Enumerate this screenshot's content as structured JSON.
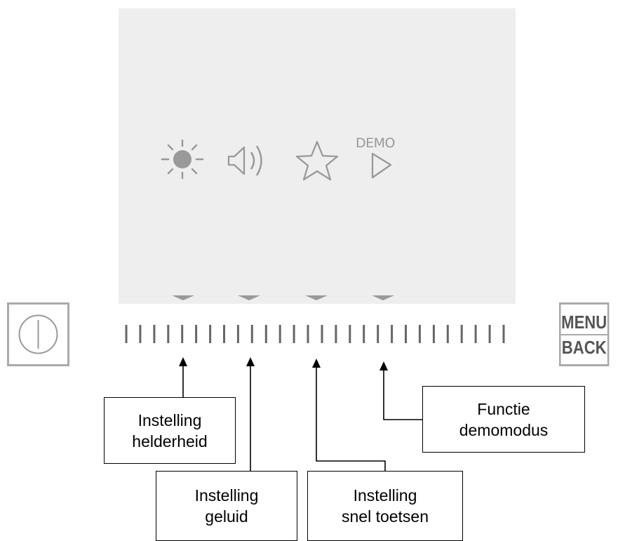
{
  "screen": {
    "icons": [
      {
        "name": "brightness-icon"
      },
      {
        "name": "sound-icon"
      },
      {
        "name": "star-icon"
      },
      {
        "name": "demo-play-icon",
        "label": "DEMO"
      }
    ]
  },
  "buttons": {
    "power": {
      "icon": "power-icon"
    },
    "menu_back": {
      "line1": "MENU",
      "line2": "BACK"
    }
  },
  "touch_strip": {
    "segments": 28
  },
  "callouts": {
    "brightness": {
      "line1": "Instelling",
      "line2": "helderheid"
    },
    "sound": {
      "line1": "Instelling",
      "line2": "geluid"
    },
    "shortcuts": {
      "line1": "Instelling",
      "line2": "snel toetsen"
    },
    "demo": {
      "line1": "Functie",
      "line2": "demomodus"
    }
  },
  "colors": {
    "screen_bg": "#eeeeee",
    "icon_gray": "#999999",
    "strip_gray": "#666666",
    "frame_gray": "#aaaaaa"
  }
}
